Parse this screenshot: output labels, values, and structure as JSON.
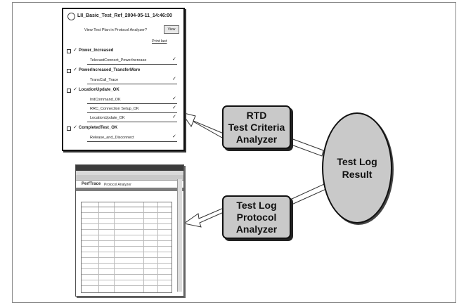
{
  "criteria_panel": {
    "title": "LII_Basic_Test_Ref_2004-05-11_14:46:00",
    "prompt": "View Test Plan in Protocol Analyzer?",
    "view_button": "View",
    "printed_link": "Print last",
    "groups": [
      {
        "name": "Power_Increased",
        "items": [
          "TelecastConnect_PowerIncrease"
        ]
      },
      {
        "name": "PowerIncreased_TransferMore",
        "items": [
          "TransCall_Trace"
        ]
      },
      {
        "name": "LocationUpdate_OK",
        "items": [
          "InitCommand_OK",
          "RRC_Connection Setup_OK",
          "LocationUpdate_OK"
        ]
      },
      {
        "name": "CompletedTest_OK",
        "items": [
          "Release_and_Disconnect"
        ]
      }
    ]
  },
  "browser_panel": {
    "brand": "PerfTrace",
    "app_title": "Protocol Analyzer"
  },
  "nodes": {
    "criteria_analyzer": [
      "RTD",
      "Test Criteria",
      "Analyzer"
    ],
    "protocol_analyzer": [
      "Test Log",
      "Protocol",
      "Analyzer"
    ],
    "test_log_result": [
      "Test Log",
      "Result"
    ]
  },
  "colors": {
    "node_fill": "#c9c9c9",
    "node_border": "#111111",
    "arrow_fill": "#ffffff"
  }
}
